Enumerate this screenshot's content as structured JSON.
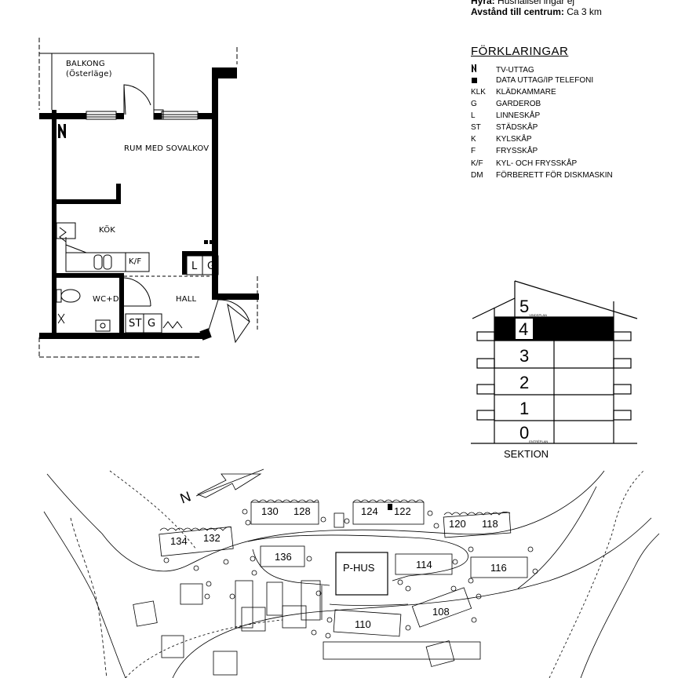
{
  "header": {
    "hyra_label": "Hyra:",
    "hyra_value": "Hushållsel ingår ej",
    "distance_label": "Avstånd till centrum:",
    "distance_value": "Ca 3 km"
  },
  "legend": {
    "title": "FÖRKLARINGAR",
    "items": [
      {
        "code": "",
        "icon": "tv-outlet-icon",
        "text": "TV-UTTAG"
      },
      {
        "code": "",
        "icon": "data-outlet-icon",
        "text": "DATA UTTAG/IP TELEFONI"
      },
      {
        "code": "KLK",
        "icon": "",
        "text": "KLÄDKAMMARE"
      },
      {
        "code": "G",
        "icon": "",
        "text": "GARDEROB"
      },
      {
        "code": "L",
        "icon": "",
        "text": "LINNESKÅP"
      },
      {
        "code": "ST",
        "icon": "",
        "text": "STÄDSKÅP"
      },
      {
        "code": "K",
        "icon": "",
        "text": "KYLSKÅP"
      },
      {
        "code": "F",
        "icon": "",
        "text": "FRYSSKÅP"
      },
      {
        "code": "K/F",
        "icon": "",
        "text": "KYL- OCH FRYSSKÅP"
      },
      {
        "code": "DM",
        "icon": "",
        "text": "FÖRBERETT FÖR DISKMASKIN"
      }
    ]
  },
  "floorplan": {
    "balcony": "BALKONG",
    "balcony_note": "(Österläge)",
    "room": "RUM MED SOVALKOV",
    "kitchen": "KÖK",
    "kf": "K/F",
    "l": "L",
    "g": "G",
    "wc": "WC+D",
    "hall": "HALL",
    "st": "ST",
    "g2": "G"
  },
  "section": {
    "label": "SEKTION",
    "highlighted_floor": "4",
    "floors": [
      {
        "num": "5",
        "sub": "VINDSPLAN"
      },
      {
        "num": "4",
        "sub": ""
      },
      {
        "num": "3",
        "sub": ""
      },
      {
        "num": "2",
        "sub": ""
      },
      {
        "num": "1",
        "sub": ""
      },
      {
        "num": "0",
        "sub": "ENTRÉPLAN"
      }
    ]
  },
  "siteplan": {
    "north": "N",
    "parking": "P-HUS",
    "buildings": [
      "130",
      "128",
      "124",
      "122",
      "120",
      "118",
      "134",
      "132",
      "136",
      "114",
      "116",
      "108",
      "110"
    ]
  },
  "colors": {
    "ink": "#000000",
    "paper": "#ffffff",
    "highlight": "#000000"
  }
}
